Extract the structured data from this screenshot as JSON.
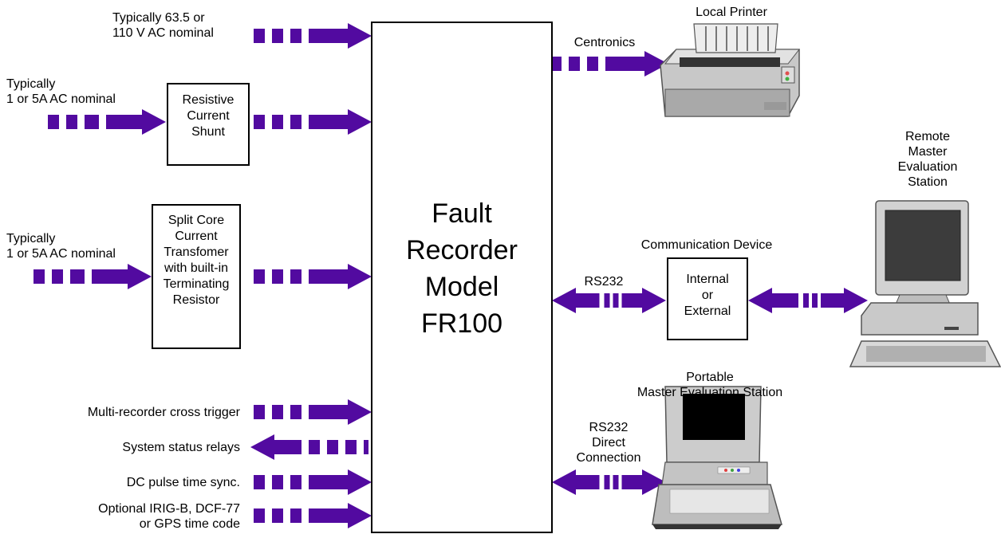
{
  "inputs": {
    "voltage": [
      "Typically 63.5 or",
      "110 V AC nominal"
    ],
    "current_1": [
      "Typically",
      "1 or 5A AC nominal"
    ],
    "current_2": [
      "Typically",
      "1 or 5A AC nominal"
    ],
    "cross_trigger": "Multi-recorder cross trigger",
    "status_relays": "System status relays",
    "pulse_sync": "DC pulse time sync.",
    "time_code": [
      "Optional IRIG-B, DCF-77",
      "or GPS time code"
    ]
  },
  "shunt_box": [
    "Resistive",
    "Current",
    "Shunt"
  ],
  "ct_box": [
    "Split Core",
    "Current",
    "Transfomer",
    "with built-in",
    "Terminating",
    "Resistor"
  ],
  "recorder": [
    "Fault",
    "Recorder",
    "Model",
    "FR100"
  ],
  "printer": {
    "title": "Local Printer",
    "link": "Centronics"
  },
  "remote_station": [
    "Remote",
    "Master",
    "Evaluation",
    "Station"
  ],
  "comm_device": {
    "title": "Communication Device",
    "box": [
      "Internal",
      "or",
      "External"
    ],
    "link": "RS232"
  },
  "portable_station": {
    "title": [
      "Portable",
      "Master Evaluation Station"
    ],
    "link": [
      "RS232",
      "Direct",
      "Connection"
    ]
  },
  "colors": {
    "arrow": "#520aa0",
    "printer_body": "#b8b8b8",
    "screen": "#3a3a3a"
  }
}
